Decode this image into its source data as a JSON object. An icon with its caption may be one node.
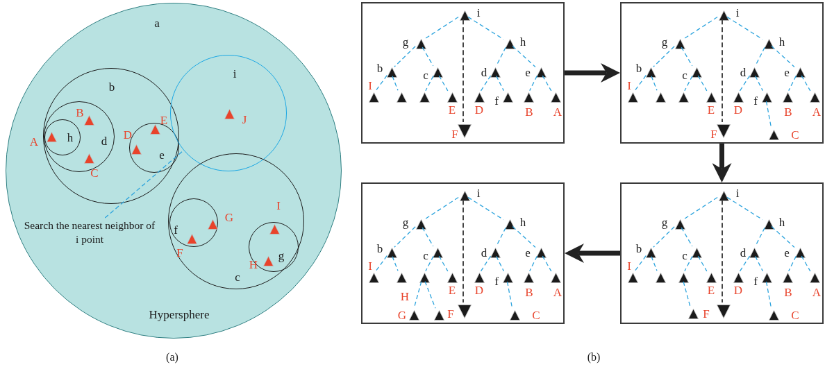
{
  "diagram": {
    "nodes": [
      {
        "text": [
          "a",
          "Hypersphere"
        ]
      },
      {
        "text": [
          "b"
        ],
        "in": 0
      },
      {
        "text": [
          "d"
        ],
        "in": 1
      },
      {
        "text": [
          "h"
        ],
        "in": 2
      },
      {
        "text": [
          "e"
        ],
        "in": 1
      },
      {
        "text": [
          "i"
        ],
        "in": 0
      },
      {
        "text": [
          "c"
        ],
        "in": 0
      },
      {
        "text": [
          "f"
        ],
        "in": 6
      },
      {
        "text": [
          "g"
        ],
        "in": 6
      },
      {
        "text": [],
        "shape": "triangle",
        "beside": [
          "A"
        ],
        "in": 3
      },
      {
        "text": [],
        "shape": "triangle",
        "beside": [
          "B"
        ],
        "in": 2
      },
      {
        "text": [],
        "shape": "triangle",
        "beside": [
          "C"
        ],
        "in": 2
      },
      {
        "text": [],
        "shape": "triangle",
        "beside": [
          "D"
        ],
        "in": 4
      },
      {
        "text": [],
        "shape": "triangle",
        "beside": [
          "E"
        ],
        "in": 4
      },
      {
        "text": [],
        "shape": "triangle",
        "beside": [
          "J"
        ],
        "in": 5
      },
      {
        "text": [],
        "shape": "triangle",
        "beside": [
          "G"
        ],
        "in": 7
      },
      {
        "text": [],
        "shape": "triangle",
        "beside": [
          "F"
        ],
        "in": 7
      },
      {
        "text": [],
        "shape": "triangle",
        "beside": [
          "I"
        ],
        "in": 8
      },
      {
        "text": [],
        "shape": "triangle",
        "beside": [
          "H"
        ],
        "in": 8
      },
      {
        "text": [
          "Search the nearest neighbor of i point"
        ],
        "in": 0
      },
      {
        "text": [],
        "shape": "box"
      },
      {
        "text": [],
        "shape": "triangle",
        "beside": [
          "i"
        ],
        "in": 20
      },
      {
        "text": [],
        "shape": "triangle",
        "beside": [
          "g"
        ],
        "in": 20
      },
      {
        "text": [],
        "shape": "triangle",
        "beside": [
          "h"
        ],
        "in": 20
      },
      {
        "text": [],
        "shape": "triangle",
        "beside": [
          "b"
        ],
        "in": 20
      },
      {
        "text": [],
        "shape": "triangle",
        "beside": [
          "c"
        ],
        "in": 20
      },
      {
        "text": [],
        "shape": "triangle",
        "beside": [
          "d"
        ],
        "in": 20
      },
      {
        "text": [],
        "shape": "triangle",
        "beside": [
          "e"
        ],
        "in": 20
      },
      {
        "text": [],
        "shape": "triangle",
        "beside": [
          "I"
        ],
        "in": 20
      },
      {
        "text": [],
        "shape": "triangle",
        "in": 20
      },
      {
        "text": [],
        "shape": "triangle",
        "in": 20
      },
      {
        "text": [],
        "shape": "triangle",
        "beside": [
          "E"
        ],
        "in": 20
      },
      {
        "text": [],
        "shape": "triangle",
        "beside": [
          "D"
        ],
        "in": 20
      },
      {
        "text": [],
        "shape": "triangle",
        "beside": [
          "f"
        ],
        "in": 20
      },
      {
        "text": [],
        "shape": "triangle",
        "beside": [
          "B"
        ],
        "in": 20
      },
      {
        "text": [],
        "shape": "triangle",
        "beside": [
          "A"
        ],
        "in": 20
      },
      {
        "text": [],
        "shape": "triangle",
        "beside": [
          "F"
        ],
        "in": 20
      },
      {
        "text": [],
        "shape": "box"
      },
      {
        "text": [],
        "shape": "triangle",
        "beside": [
          "i"
        ],
        "in": 37
      },
      {
        "text": [],
        "shape": "triangle",
        "beside": [
          "g"
        ],
        "in": 37
      },
      {
        "text": [],
        "shape": "triangle",
        "beside": [
          "h"
        ],
        "in": 37
      },
      {
        "text": [],
        "shape": "triangle",
        "beside": [
          "b"
        ],
        "in": 37
      },
      {
        "text": [],
        "shape": "triangle",
        "beside": [
          "c"
        ],
        "in": 37
      },
      {
        "text": [],
        "shape": "triangle",
        "beside": [
          "d"
        ],
        "in": 37
      },
      {
        "text": [],
        "shape": "triangle",
        "beside": [
          "e"
        ],
        "in": 37
      },
      {
        "text": [],
        "shape": "triangle",
        "beside": [
          "I"
        ],
        "in": 37
      },
      {
        "text": [],
        "shape": "triangle",
        "in": 37
      },
      {
        "text": [],
        "shape": "triangle",
        "in": 37
      },
      {
        "text": [],
        "shape": "triangle",
        "beside": [
          "E"
        ],
        "in": 37
      },
      {
        "text": [],
        "shape": "triangle",
        "beside": [
          "D"
        ],
        "in": 37
      },
      {
        "text": [],
        "shape": "triangle",
        "beside": [
          "f"
        ],
        "in": 37
      },
      {
        "text": [],
        "shape": "triangle",
        "beside": [
          "B"
        ],
        "in": 37
      },
      {
        "text": [],
        "shape": "triangle",
        "beside": [
          "A"
        ],
        "in": 37
      },
      {
        "text": [],
        "shape": "triangle",
        "beside": [
          "F"
        ],
        "in": 37
      },
      {
        "text": [],
        "shape": "triangle",
        "beside": [
          "C"
        ],
        "in": 37
      },
      {
        "text": [],
        "shape": "box"
      },
      {
        "text": [],
        "shape": "triangle",
        "beside": [
          "i"
        ],
        "in": 55
      },
      {
        "text": [],
        "shape": "triangle",
        "beside": [
          "g"
        ],
        "in": 55
      },
      {
        "text": [],
        "shape": "triangle",
        "beside": [
          "h"
        ],
        "in": 55
      },
      {
        "text": [],
        "shape": "triangle",
        "beside": [
          "b"
        ],
        "in": 55
      },
      {
        "text": [],
        "shape": "triangle",
        "beside": [
          "c"
        ],
        "in": 55
      },
      {
        "text": [],
        "shape": "triangle",
        "beside": [
          "d"
        ],
        "in": 55
      },
      {
        "text": [],
        "shape": "triangle",
        "beside": [
          "e"
        ],
        "in": 55
      },
      {
        "text": [],
        "shape": "triangle",
        "beside": [
          "I"
        ],
        "in": 55
      },
      {
        "text": [],
        "shape": "triangle",
        "in": 55
      },
      {
        "text": [],
        "shape": "triangle",
        "beside": [
          "H"
        ],
        "in": 55
      },
      {
        "text": [],
        "shape": "triangle",
        "beside": [
          "E"
        ],
        "in": 55
      },
      {
        "text": [],
        "shape": "triangle",
        "beside": [
          "D"
        ],
        "in": 55
      },
      {
        "text": [],
        "shape": "triangle",
        "beside": [
          "f"
        ],
        "in": 55
      },
      {
        "text": [],
        "shape": "triangle",
        "beside": [
          "B"
        ],
        "in": 55
      },
      {
        "text": [],
        "shape": "triangle",
        "beside": [
          "A"
        ],
        "in": 55
      },
      {
        "text": [],
        "shape": "triangle",
        "beside": [
          "G"
        ],
        "in": 55
      },
      {
        "text": [],
        "shape": "triangle",
        "beside": [
          "F"
        ],
        "in": 55
      },
      {
        "text": [],
        "shape": "triangle",
        "in": 55
      },
      {
        "text": [],
        "shape": "triangle",
        "beside": [
          "C"
        ],
        "in": 55
      },
      {
        "text": [],
        "shape": "box"
      },
      {
        "text": [],
        "shape": "triangle",
        "beside": [
          "i"
        ],
        "in": 75
      },
      {
        "text": [],
        "shape": "triangle",
        "beside": [
          "g"
        ],
        "in": 75
      },
      {
        "text": [],
        "shape": "triangle",
        "beside": [
          "h"
        ],
        "in": 75
      },
      {
        "text": [],
        "shape": "triangle",
        "beside": [
          "b"
        ],
        "in": 75
      },
      {
        "text": [],
        "shape": "triangle",
        "beside": [
          "c"
        ],
        "in": 75
      },
      {
        "text": [],
        "shape": "triangle",
        "beside": [
          "d"
        ],
        "in": 75
      },
      {
        "text": [],
        "shape": "triangle",
        "beside": [
          "e"
        ],
        "in": 75
      },
      {
        "text": [],
        "shape": "triangle",
        "beside": [
          "I"
        ],
        "in": 75
      },
      {
        "text": [],
        "shape": "triangle",
        "in": 75
      },
      {
        "text": [],
        "shape": "triangle",
        "in": 75
      },
      {
        "text": [],
        "shape": "triangle",
        "beside": [
          "E"
        ],
        "in": 75
      },
      {
        "text": [],
        "shape": "triangle",
        "beside": [
          "D"
        ],
        "in": 75
      },
      {
        "text": [],
        "shape": "triangle",
        "beside": [
          "f"
        ],
        "in": 75
      },
      {
        "text": [],
        "shape": "triangle",
        "beside": [
          "B"
        ],
        "in": 75
      },
      {
        "text": [],
        "shape": "triangle",
        "beside": [
          "A"
        ],
        "in": 75
      },
      {
        "text": [],
        "shape": "triangle",
        "beside": [
          "F"
        ],
        "in": 75
      },
      {
        "text": [],
        "shape": "triangle",
        "in": 75
      },
      {
        "text": [],
        "shape": "triangle",
        "beside": [
          "C"
        ],
        "in": 75
      }
    ],
    "edges": [
      {
        "from": 19,
        "to": 5,
        "arrow": "none",
        "style": "dashed"
      },
      {
        "from": 21,
        "to": 22,
        "arrow": "none",
        "style": "dashed"
      },
      {
        "from": 21,
        "to": 23,
        "arrow": "none",
        "style": "dashed"
      },
      {
        "from": 22,
        "to": 24,
        "arrow": "none",
        "style": "dashed"
      },
      {
        "from": 22,
        "to": 25,
        "arrow": "none",
        "style": "dashed"
      },
      {
        "from": 23,
        "to": 26,
        "arrow": "none",
        "style": "dashed"
      },
      {
        "from": 23,
        "to": 27,
        "arrow": "none",
        "style": "dashed"
      },
      {
        "from": 24,
        "to": 28,
        "arrow": "none",
        "style": "dashed"
      },
      {
        "from": 24,
        "to": 29,
        "arrow": "none",
        "style": "dashed"
      },
      {
        "from": 25,
        "to": 30,
        "arrow": "none",
        "style": "dashed"
      },
      {
        "from": 25,
        "to": 31,
        "arrow": "none",
        "style": "dashed"
      },
      {
        "from": 26,
        "to": 32,
        "arrow": "none",
        "style": "dashed"
      },
      {
        "from": 26,
        "to": 33,
        "arrow": "none",
        "style": "dashed"
      },
      {
        "from": 27,
        "to": 34,
        "arrow": "none",
        "style": "dashed"
      },
      {
        "from": 27,
        "to": 35,
        "arrow": "none",
        "style": "dashed"
      },
      {
        "from": 21,
        "to": 36,
        "arrow": "none",
        "style": "dashed",
        "color": "#444444"
      },
      {
        "from": 38,
        "to": 39,
        "arrow": "none",
        "style": "dashed"
      },
      {
        "from": 38,
        "to": 40,
        "arrow": "none",
        "style": "dashed"
      },
      {
        "from": 39,
        "to": 41,
        "arrow": "none",
        "style": "dashed"
      },
      {
        "from": 39,
        "to": 42,
        "arrow": "none",
        "style": "dashed"
      },
      {
        "from": 40,
        "to": 43,
        "arrow": "none",
        "style": "dashed"
      },
      {
        "from": 40,
        "to": 44,
        "arrow": "none",
        "style": "dashed"
      },
      {
        "from": 41,
        "to": 45,
        "arrow": "none",
        "style": "dashed"
      },
      {
        "from": 41,
        "to": 46,
        "arrow": "none",
        "style": "dashed"
      },
      {
        "from": 42,
        "to": 47,
        "arrow": "none",
        "style": "dashed"
      },
      {
        "from": 42,
        "to": 48,
        "arrow": "none",
        "style": "dashed"
      },
      {
        "from": 43,
        "to": 49,
        "arrow": "none",
        "style": "dashed"
      },
      {
        "from": 43,
        "to": 50,
        "arrow": "none",
        "style": "dashed"
      },
      {
        "from": 44,
        "to": 51,
        "arrow": "none",
        "style": "dashed"
      },
      {
        "from": 44,
        "to": 52,
        "arrow": "none",
        "style": "dashed"
      },
      {
        "from": 38,
        "to": 53,
        "arrow": "none",
        "style": "dashed",
        "color": "#444444"
      },
      {
        "from": 50,
        "to": 54,
        "arrow": "none",
        "style": "dashed"
      },
      {
        "from": 56,
        "to": 57,
        "arrow": "none",
        "style": "dashed"
      },
      {
        "from": 56,
        "to": 58,
        "arrow": "none",
        "style": "dashed"
      },
      {
        "from": 57,
        "to": 59,
        "arrow": "none",
        "style": "dashed"
      },
      {
        "from": 57,
        "to": 60,
        "arrow": "none",
        "style": "dashed"
      },
      {
        "from": 58,
        "to": 61,
        "arrow": "none",
        "style": "dashed"
      },
      {
        "from": 58,
        "to": 62,
        "arrow": "none",
        "style": "dashed"
      },
      {
        "from": 59,
        "to": 63,
        "arrow": "none",
        "style": "dashed"
      },
      {
        "from": 59,
        "to": 64,
        "arrow": "none",
        "style": "dashed"
      },
      {
        "from": 60,
        "to": 65,
        "arrow": "none",
        "style": "dashed"
      },
      {
        "from": 60,
        "to": 66,
        "arrow": "none",
        "style": "dashed"
      },
      {
        "from": 61,
        "to": 67,
        "arrow": "none",
        "style": "dashed"
      },
      {
        "from": 61,
        "to": 68,
        "arrow": "none",
        "style": "dashed"
      },
      {
        "from": 62,
        "to": 69,
        "arrow": "none",
        "style": "dashed"
      },
      {
        "from": 62,
        "to": 70,
        "arrow": "none",
        "style": "dashed"
      },
      {
        "from": 56,
        "to": 73,
        "arrow": "none",
        "style": "dashed",
        "color": "#444444"
      },
      {
        "from": 65,
        "to": 71,
        "arrow": "none",
        "style": "dashed"
      },
      {
        "from": 65,
        "to": 72,
        "arrow": "none",
        "style": "dashed"
      },
      {
        "from": 68,
        "to": 74,
        "arrow": "none",
        "style": "dashed"
      },
      {
        "from": 76,
        "to": 77,
        "arrow": "none",
        "style": "dashed"
      },
      {
        "from": 76,
        "to": 78,
        "arrow": "none",
        "style": "dashed"
      },
      {
        "from": 77,
        "to": 79,
        "arrow": "none",
        "style": "dashed"
      },
      {
        "from": 77,
        "to": 80,
        "arrow": "none",
        "style": "dashed"
      },
      {
        "from": 78,
        "to": 81,
        "arrow": "none",
        "style": "dashed"
      },
      {
        "from": 78,
        "to": 82,
        "arrow": "none",
        "style": "dashed"
      },
      {
        "from": 79,
        "to": 83,
        "arrow": "none",
        "style": "dashed"
      },
      {
        "from": 79,
        "to": 84,
        "arrow": "none",
        "style": "dashed"
      },
      {
        "from": 80,
        "to": 85,
        "arrow": "none",
        "style": "dashed"
      },
      {
        "from": 80,
        "to": 86,
        "arrow": "none",
        "style": "dashed"
      },
      {
        "from": 81,
        "to": 87,
        "arrow": "none",
        "style": "dashed"
      },
      {
        "from": 81,
        "to": 88,
        "arrow": "none",
        "style": "dashed"
      },
      {
        "from": 82,
        "to": 89,
        "arrow": "none",
        "style": "dashed"
      },
      {
        "from": 82,
        "to": 90,
        "arrow": "none",
        "style": "dashed"
      },
      {
        "from": 76,
        "to": 92,
        "arrow": "none",
        "style": "dashed",
        "color": "#444444"
      },
      {
        "from": 85,
        "to": 91,
        "arrow": "none",
        "style": "dashed"
      },
      {
        "from": 88,
        "to": 93,
        "arrow": "none",
        "style": "dashed"
      },
      {
        "from": 20,
        "to": 37,
        "arrow": "to",
        "style": "thick",
        "color": "#222222"
      },
      {
        "from": 37,
        "to": 75,
        "arrow": "to",
        "style": "thick",
        "color": "#222222"
      },
      {
        "from": 75,
        "to": 55,
        "arrow": "to",
        "style": "thick",
        "color": "#222222"
      }
    ],
    "labels": [
      "(a)",
      "(b)"
    ]
  }
}
